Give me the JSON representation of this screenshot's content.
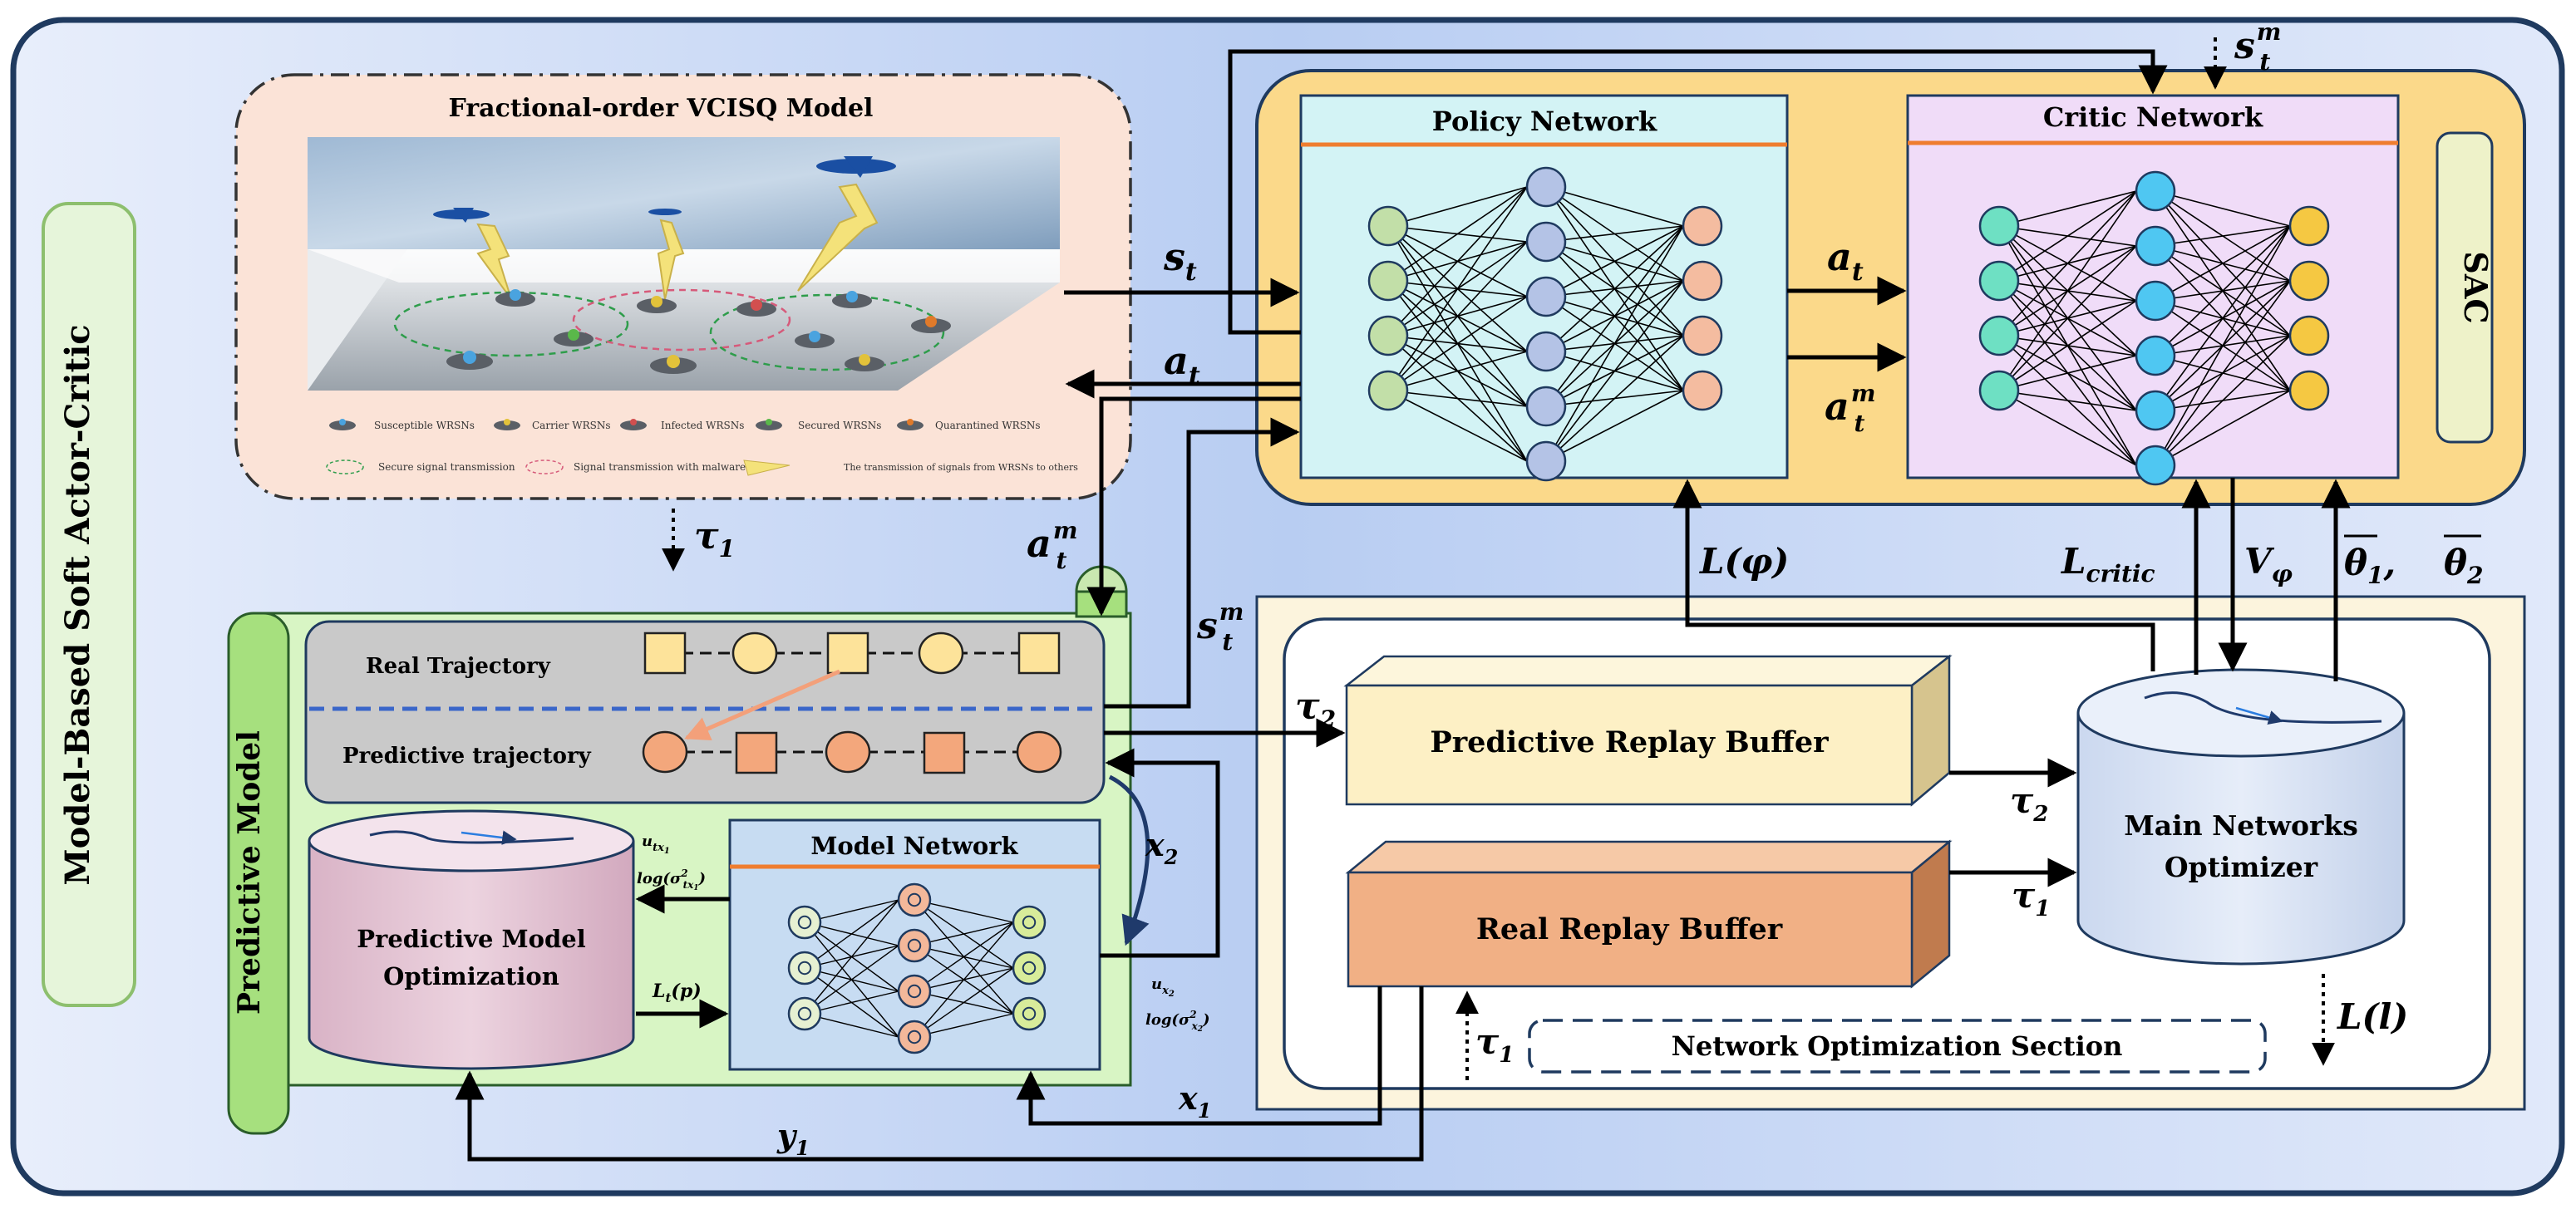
{
  "colors": {
    "outer_border": "#1f3a5f",
    "outer_fill": "#c9d8f4",
    "sac_fill": "#fbd98a",
    "policy_fill": "#d3f3f5",
    "critic_fill": "#f0dcf8",
    "model_box_fill": "#fbe3d7",
    "predictive_fill": "#d8f5c4",
    "opt_section_fill": "#fcf4dd",
    "predictive_buffer_fill": "#fdf0c5",
    "real_buffer_fill": "#f1b085",
    "cylinder_pink": "#e6c7d6",
    "cylinder_blue": "#dbe5f5",
    "accent_orange": "#ef7d2f",
    "dash_blue": "#3a66c9"
  },
  "labels": {
    "outer_title": "Model-Based Soft Actor-Critic",
    "sac": "SAC",
    "vcisq_title": "Fractional-order VCISQ Model",
    "policy_network": "Policy Network",
    "critic_network": "Critic Network",
    "predictive_model": "Predictive Model",
    "real_trajectory": "Real Trajectory",
    "predictive_trajectory": "Predictive trajectory",
    "model_network": "Model Network",
    "predictive_model_optimization_line1": "Predictive Model",
    "predictive_model_optimization_line2": "Optimization",
    "predictive_replay_buffer": "Predictive Replay Buffer",
    "real_replay_buffer": "Real Replay Buffer",
    "main_optimizer_line1": "Main Networks",
    "main_optimizer_line2": "Optimizer",
    "network_optimization_section": "Network Optimization Section"
  },
  "legend": {
    "susceptible": "Susceptible WRSNs",
    "carrier": "Carrier WRSNs",
    "infected": "Infected WRSNs",
    "secured": "Secured WRSNs",
    "quarantined": "Quarantined WRSNs",
    "secure_signal": "Secure signal transmission",
    "malware_signal": "Signal transmission with malware",
    "transmission": "The transmission of signals from WRSNs to others"
  },
  "symbols": {
    "s": "s",
    "a": "a",
    "t": "t",
    "m": "m",
    "tau": "τ",
    "one": "1",
    "two": "2",
    "x": "x",
    "y": "y",
    "L": "L",
    "V": "V",
    "theta": "θ",
    "phi": "φ",
    "critic": "critic",
    "comma": ",",
    "L_phi": "L(φ)",
    "L_l": "L(l)",
    "L_t": "L",
    "L_t_paren": "(p)",
    "u": "u",
    "log_open": "log(σ",
    "sq": "2",
    "close": ")",
    "tx1": "tx",
    "x2sub": "x"
  }
}
